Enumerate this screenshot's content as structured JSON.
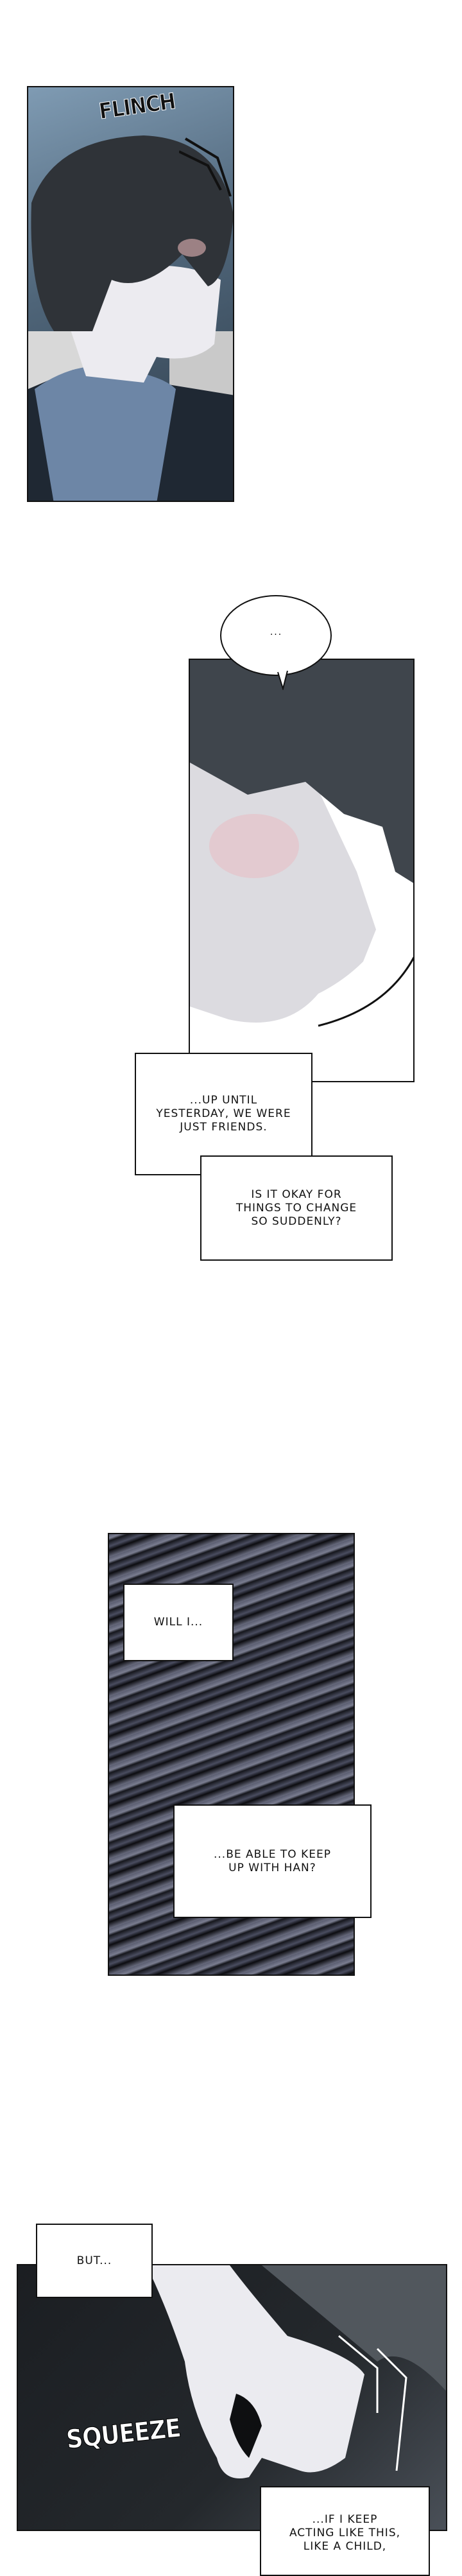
{
  "panels": [
    {
      "id": "panel-1",
      "sfx": "FLINCH"
    },
    {
      "id": "panel-2",
      "speech_bubble": "..."
    },
    {
      "id": "panel-3"
    },
    {
      "id": "panel-4",
      "sfx": "SQUEEZE"
    }
  ],
  "captions": {
    "c1": "...UP UNTIL\nYESTERDAY, WE WERE\nJUST FRIENDS.",
    "c2": "IS IT OKAY FOR\nTHINGS TO CHANGE\nSO SUDDENLY?",
    "c3": "WILL I...",
    "c4": "...BE ABLE TO KEEP\nUP WITH HAN?",
    "c5": "BUT...",
    "c6": "...IF I KEEP\nACTING LIKE THIS,\nLIKE A CHILD,"
  },
  "colors": {
    "bg": "#ffffff",
    "panel1_bg": "#5d7a93",
    "hair": "#2f3338",
    "shirt": "#6d86a6",
    "marble": "#5a5d70"
  }
}
